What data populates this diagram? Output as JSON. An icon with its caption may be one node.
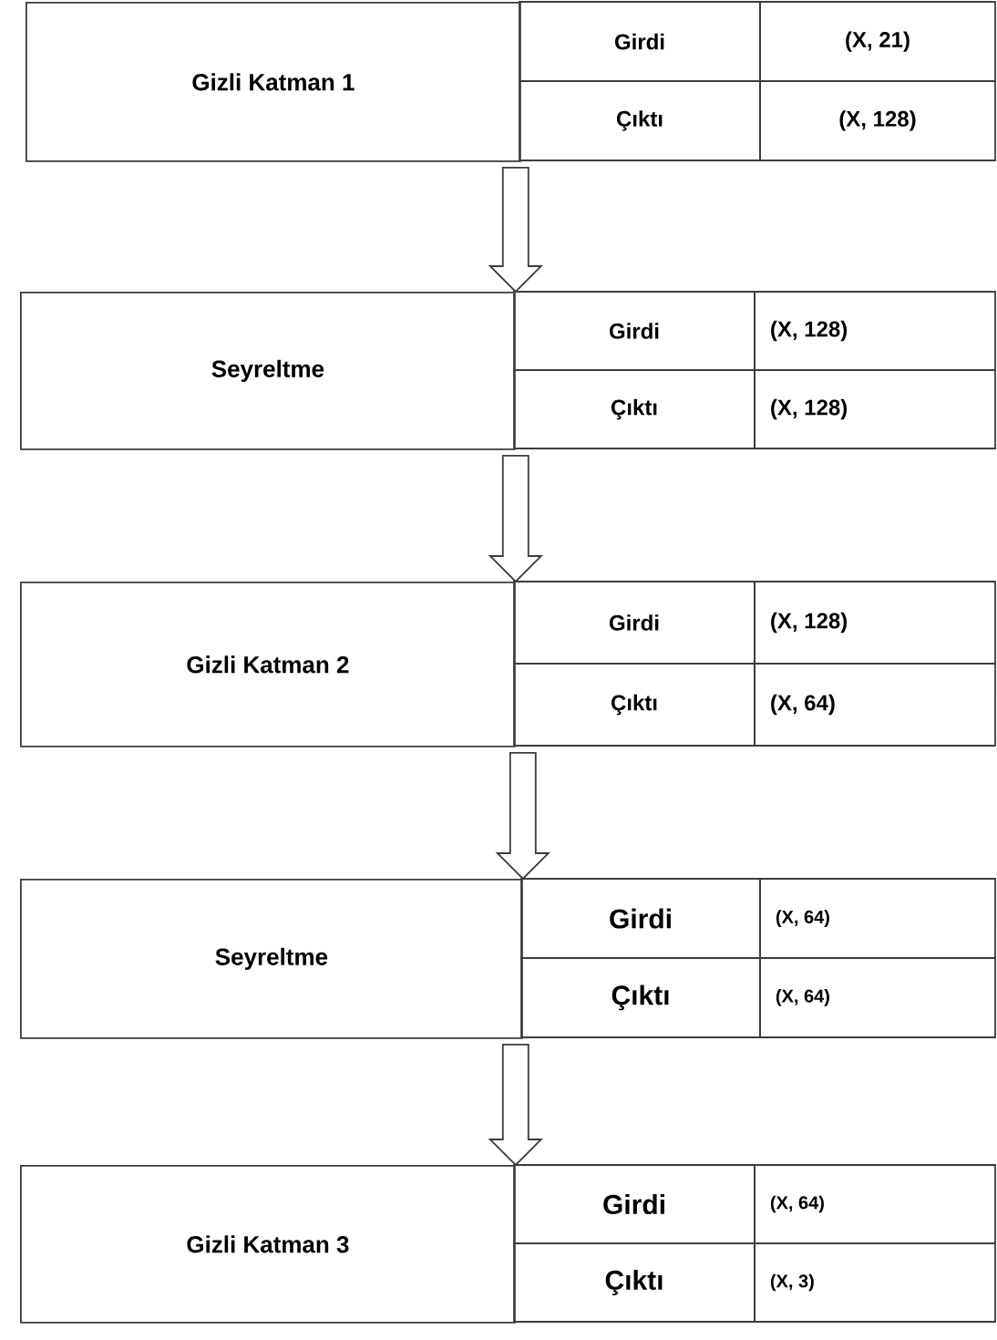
{
  "diagram": {
    "nodes": [
      {
        "text": [
          "Gizli Katman 1"
        ]
      },
      {
        "text": [
          "Seyreltme"
        ]
      },
      {
        "text": [
          "Gizli Katman 2"
        ]
      },
      {
        "text": [
          "Seyreltme"
        ]
      },
      {
        "text": [
          "Gizli Katman 3"
        ]
      }
    ],
    "edges": [
      {
        "from": 0,
        "to": 1,
        "arrow": "to"
      },
      {
        "from": 1,
        "to": 2,
        "arrow": "to"
      },
      {
        "from": 2,
        "to": 3,
        "arrow": "to"
      },
      {
        "from": 3,
        "to": 4,
        "arrow": "to"
      }
    ],
    "labels": [
      "Girdi",
      "(X, 21)",
      "Çıktı",
      "(X, 128)",
      "Girdi",
      "(X, 128)",
      "Çıktı",
      "(X, 128)",
      "Girdi",
      "(X, 128)",
      "Çıktı",
      "(X, 64)",
      "Girdi",
      "(X, 64)",
      "Çıktı",
      "(X, 64)",
      "Girdi",
      "(X, 64)",
      "Çıktı",
      "(X, 3)"
    ]
  }
}
